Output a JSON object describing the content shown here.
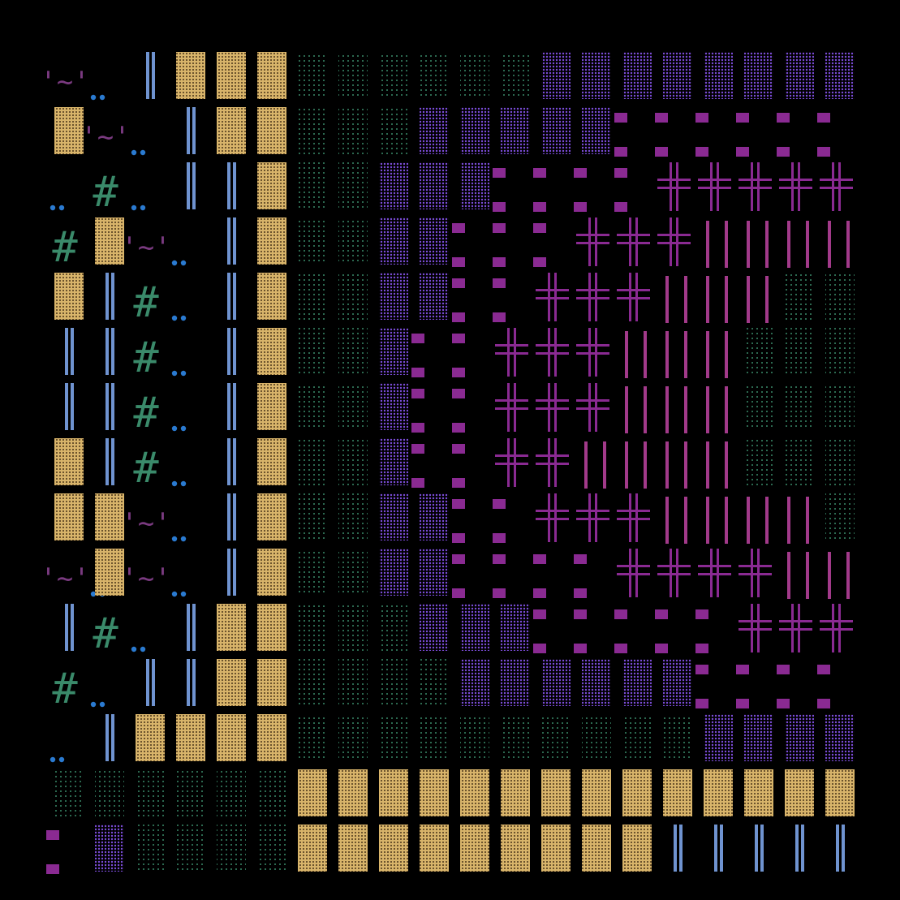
{
  "background": "#000000",
  "palette": {
    "S": "#d8b46a",
    "G": "#3a8a6a",
    "P": "#7b4cd8",
    "D": "#8a2a92",
    "B": "#6f93d0",
    "X": "#8a2a92",
    "V": "#a23a8a",
    "T": "#3a8a6a",
    "W": "#7a3a80",
    "O": "#2a7ad0"
  },
  "tile_types": {
    "S": "sand-dotted-block",
    "G": "green-dotted-block",
    "P": "purple-dotted-block",
    "D": "magenta-dash-wall",
    "B": "blue-double-bar",
    "X": "cross-wall-glyph",
    "V": "pink-vertical-bars",
    "T": "hash-glyph",
    "W": "tilde-quote-glyph",
    "O": "blue-dot-pair",
    ".": "empty"
  },
  "rows": [
    "W.BSSSGGGGGGPPPPPPPP",
    "SW.BSSGGGPPPPPDDDDDD",
    "OTOBBSGGPPPDDDDXXXXX",
    "TSW.BSGGPPDDDXXXVVVV",
    "SBTOBSGGPPDDXXXVVVGG",
    "BBTOBSGGPDDXXXVVVGGG",
    "BBTOBSGGPDDXXXVVVGGG",
    "SBTOBSGGPDDXXVVVVGGG",
    "SSW.BSGGPPDDXXXVVVVG",
    "WSW.BSGGPPDDDDXXXXVV",
    "BTOBSSGGGPPPDDDDDXXX",
    "TOBBSSGGGGPPPPPPDDDD",
    "OBSSSSGGGGGGGGGGPPPP",
    "GGGGGGSSSSSSSSSSSSSS",
    "DPGGGGSSSSSSSSSBBBBB"
  ]
}
